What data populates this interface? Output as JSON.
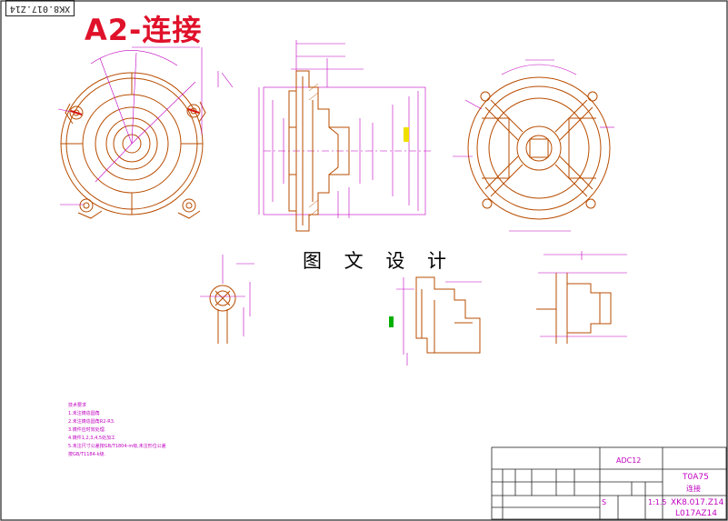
{
  "drawing_code_box": "XK8.017.Z14",
  "sheet_title": "A2-连接",
  "watermark": "图 文 设 计",
  "notes": {
    "heading": "技术要求",
    "lines": [
      "1.未注铸造圆角",
      "2.未注铸造圆角R2-R3.",
      "3.铸件应时效处理.",
      "4.铸件1,2,3,4,5处加工",
      "5.未注尺寸公差按GB/T1804-m级,未注形位公差",
      "按GB/T1184-k级."
    ]
  },
  "title_block": {
    "material": "ADC12",
    "model": "T0A75",
    "part_name": "连接",
    "drawing_no": "XK8.017.Z14",
    "drawing_no_2": "L017AZ14",
    "scale": "1:1.5",
    "sheet_mark": "S"
  },
  "colors": {
    "part_lines": "#b84c00",
    "dimension": "#c000c0",
    "title_red": "#e0112a",
    "yellow_mark": "#f0e000",
    "green_mark": "#00b000",
    "frame": "#222222"
  }
}
